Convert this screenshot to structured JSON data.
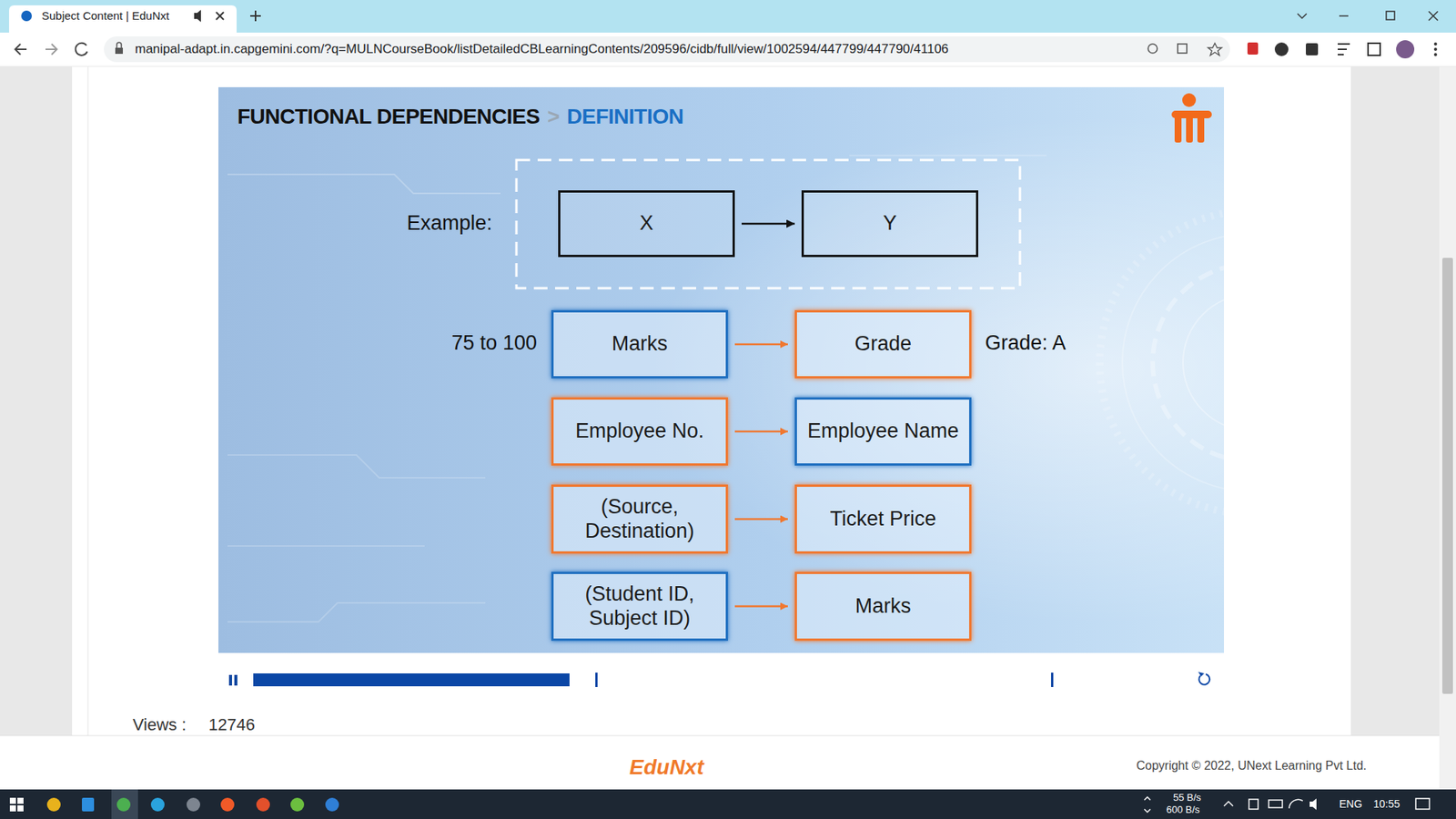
{
  "diagram": {
    "title": "FUNCTIONAL DEPENDENCIES",
    "nodes": [
      {
        "text": [
          "X"
        ]
      },
      {
        "text": [
          "Y"
        ]
      },
      {
        "text": [
          "Marks"
        ]
      },
      {
        "text": [
          "Grade"
        ]
      },
      {
        "text": [
          "Employee No."
        ]
      },
      {
        "text": [
          "Employee Name"
        ]
      },
      {
        "text": [
          "(Source, Destination)"
        ]
      },
      {
        "text": [
          "Ticket Price"
        ]
      },
      {
        "text": [
          "(Student ID, Subject ID)"
        ]
      },
      {
        "text": [
          "Marks"
        ]
      }
    ],
    "edges": [
      {
        "from": 0,
        "to": 1,
        "arrow": "to"
      },
      {
        "from": 2,
        "to": 3,
        "arrow": "to"
      },
      {
        "from": 4,
        "to": 5,
        "arrow": "to"
      },
      {
        "from": 6,
        "to": 7,
        "arrow": "to"
      },
      {
        "from": 8,
        "to": 9,
        "arrow": "to"
      }
    ],
    "labels": [
      "Example:",
      "75 to 100",
      "Grade: A",
      ">",
      "DEFINITION",
      "Subject Content | EduNxt",
      "manipal-adapt.in.capgemini.com/?q=MULNCourseBook/listDetailedCBLearningContents/209596/cidb/full/view/1002594/447799/447790/41106",
      "Views :",
      "12746",
      "EduNxt",
      "Copyright © 2022, UNext Learning Pvt Ltd.",
      "55 B/s",
      "600 B/s",
      "ENG",
      "10:55"
    ]
  }
}
